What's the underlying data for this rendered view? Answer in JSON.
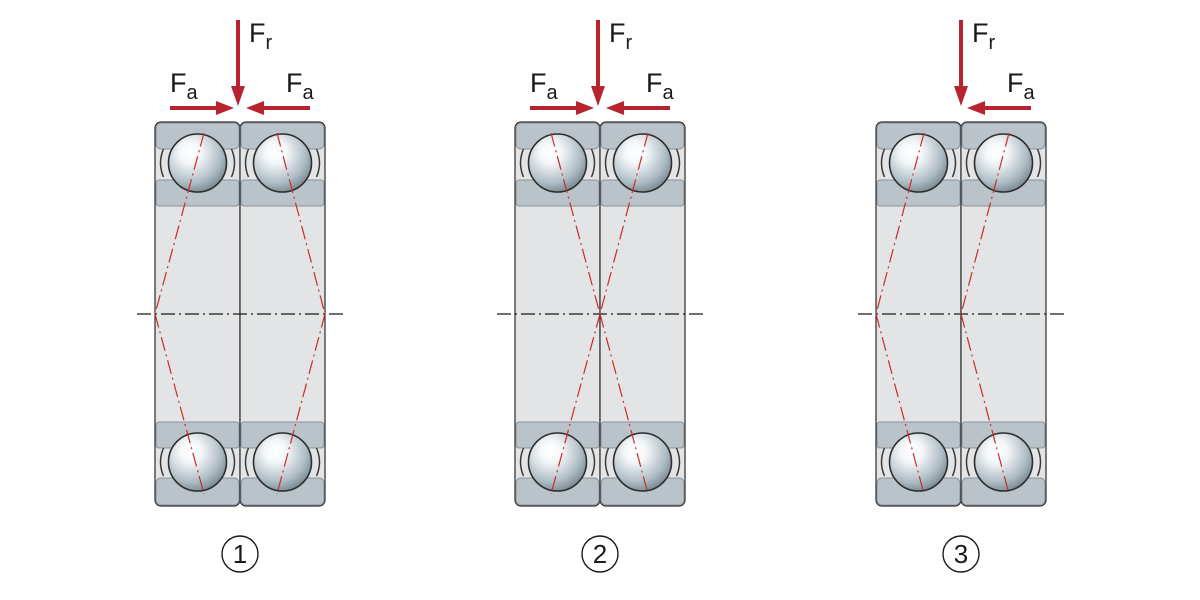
{
  "colors": {
    "force_arrow": "#b8232f",
    "contact_line": "#cc2b2b",
    "axis_line": "#1a1a1a",
    "ring_fill": "#b9c3c9",
    "ring_stroke": "#8a9399",
    "body_fill": "#e3e4e5",
    "ball_light": "#f4f7f9",
    "ball_dark": "#7b8b94"
  },
  "labels": {
    "radial_force_base": "F",
    "radial_force_sub": "r",
    "axial_force_base": "F",
    "axial_force_sub": "a"
  },
  "arrangements": [
    {
      "number": "1",
      "axial_left": true,
      "axial_right": true,
      "contact": "O"
    },
    {
      "number": "2",
      "axial_left": true,
      "axial_right": true,
      "contact": "X"
    },
    {
      "number": "3",
      "axial_left": false,
      "axial_right": true,
      "contact": "tandem"
    }
  ]
}
